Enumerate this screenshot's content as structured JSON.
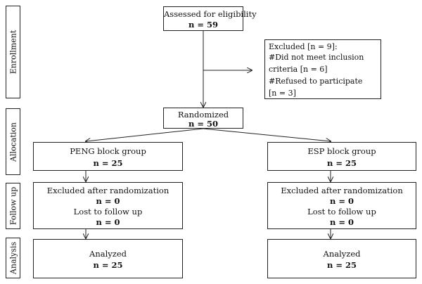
{
  "stages": {
    "enrollment": "Enrollment",
    "allocation": "Allocation",
    "follow_up": "Follow up",
    "analysis": "Analysis"
  },
  "assessed": {
    "title": "Assessed for eligibility",
    "n": "n = 59"
  },
  "excluded": {
    "line1": "Excluded [n = 9]:",
    "line2": "#Did not meet inclusion",
    "line3": "criteria [n = 6]",
    "line4": "#Refused to participate",
    "line5": "[n = 3]"
  },
  "randomized": {
    "title": "Randomized",
    "n": "n = 50"
  },
  "peng": {
    "group": {
      "title": "PENG block group",
      "n": "n = 25"
    },
    "follow": {
      "title": "Excluded after randomization",
      "n1": "n = 0",
      "lost": "Lost to follow up",
      "n2": "n = 0"
    },
    "analysis": {
      "title": "Analyzed",
      "n": "n = 25"
    }
  },
  "esp": {
    "group": {
      "title": "ESP block group",
      "n": "n = 25"
    },
    "follow": {
      "title": "Excluded after randomization",
      "n1": "n = 0",
      "lost": "Lost to follow up",
      "n2": "n = 0"
    },
    "analysis": {
      "title": "Analyzed",
      "n": "n = 25"
    }
  }
}
